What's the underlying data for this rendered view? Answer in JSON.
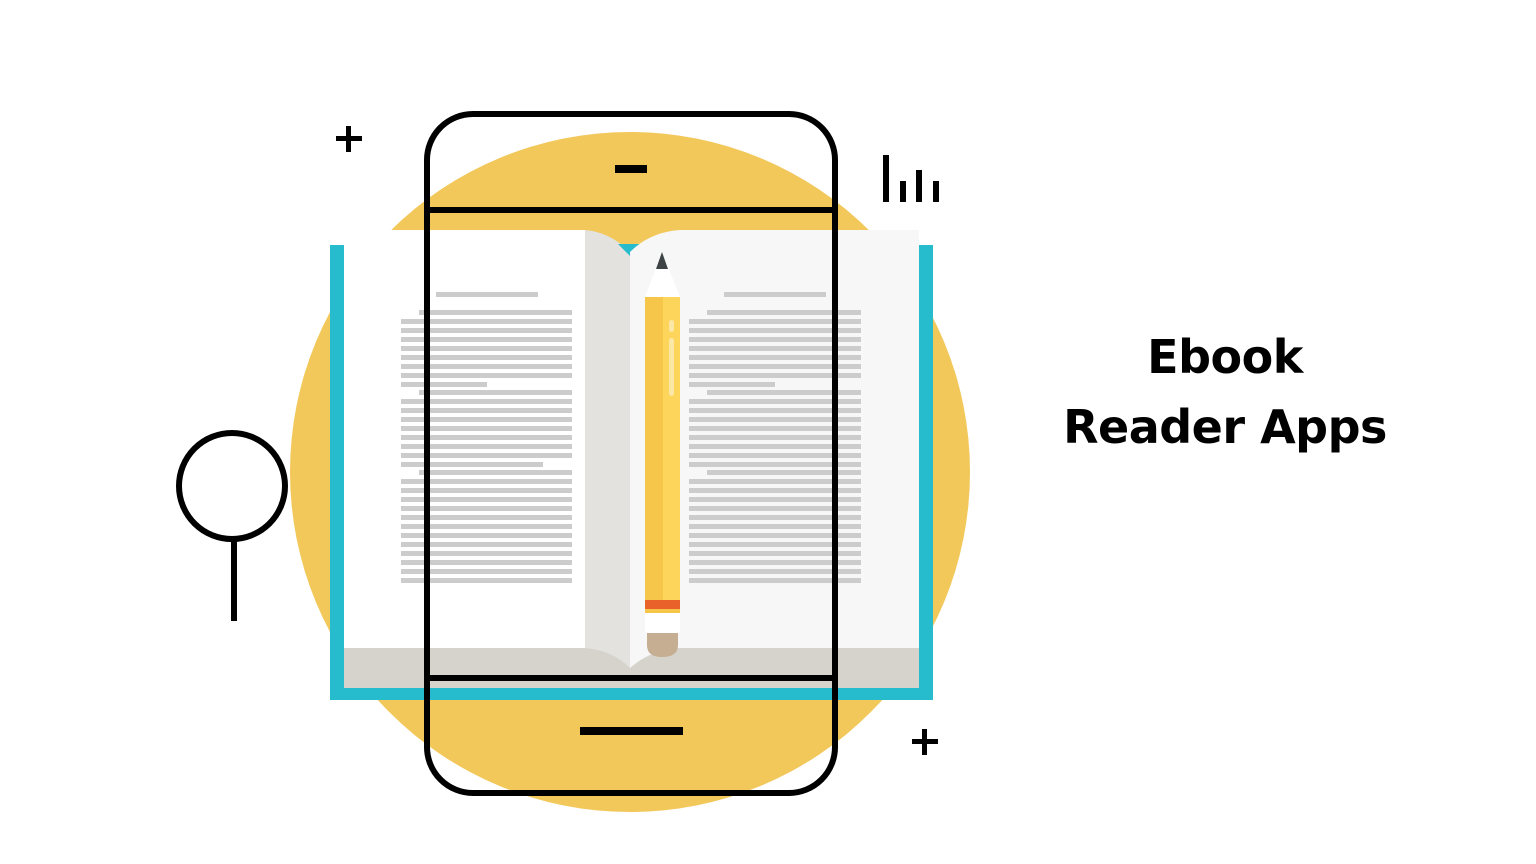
{
  "title": {
    "line1": "Ebook",
    "line2": "Reader Apps"
  },
  "illustration": {
    "subject": "open book inside smartphone outline with pencil",
    "icons": [
      "plus-icon",
      "plus-icon",
      "bar-chart-icon",
      "magnifier-icon",
      "pencil-icon",
      "smartphone-outline",
      "open-book"
    ],
    "colors": {
      "background": "#ffffff",
      "circle": "#f2c85b",
      "book_cover": "#27bccd",
      "page_left": "#ffffff",
      "page_right": "#f7f7f7",
      "spine": "#e3e2df",
      "page_bottom": "#d6d3cc",
      "text_lines": "#cccccc",
      "outline": "#000000",
      "pencil_body": "#f5c64a",
      "pencil_body_light": "#fdd55b",
      "pencil_band": "#e8622a",
      "pencil_eraser": "#c5ae92",
      "pencil_tip": "#3e4446"
    }
  }
}
